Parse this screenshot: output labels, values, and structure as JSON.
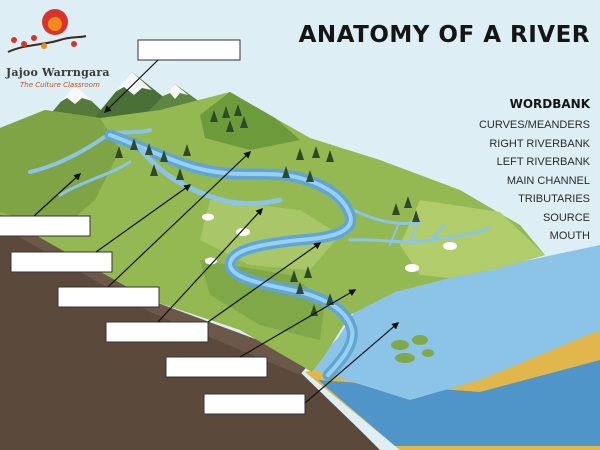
{
  "logo": {
    "name": "Jajoo Warrngara",
    "tagline": "The Culture Classroom"
  },
  "title": "ANATOMY OF A RIVER",
  "wordbank": {
    "title": "WORDBANK",
    "items": [
      "CURVES/MEANDERS",
      "RIGHT RIVERBANK",
      "LEFT RIVERBANK",
      "MAIN CHANNEL",
      "TRIBUTARIES",
      "SOURCE",
      "MOUTH"
    ]
  },
  "label_boxes": 7,
  "colors": {
    "sky": "#ddeef5",
    "grass_light": "#a4c25a",
    "grass_dark": "#6d9a3b",
    "water": "#8cc4e8",
    "river": "#5fa6d6",
    "soil": "#5b4a3c",
    "sea": "#5d9fd0",
    "sand": "#e1b64a",
    "logo_red": "#d8342c"
  }
}
